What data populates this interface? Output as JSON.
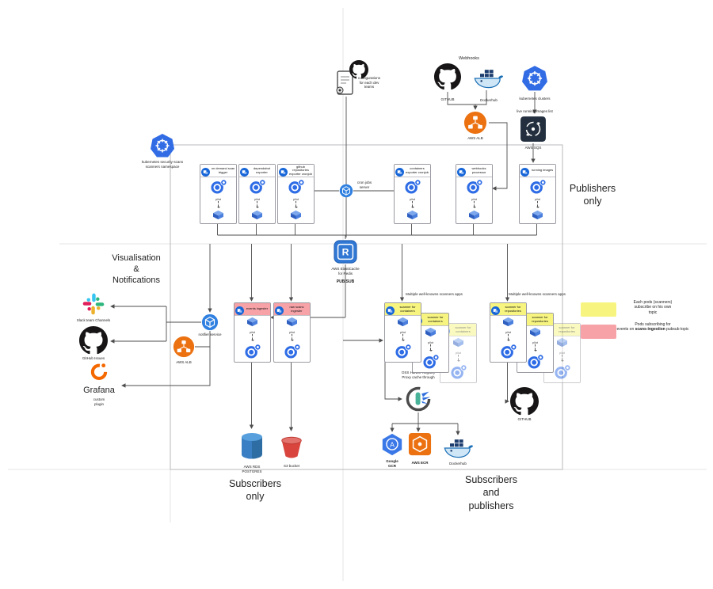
{
  "headings": {
    "publishers_only": "Publishers\nonly",
    "visualisation": "Visualisation\n&\nNotifications",
    "subscribers_only": "Subscribers\nonly",
    "subscribers_publishers": "Subscribers\nand\npublishers"
  },
  "top": {
    "config_label": "configurations\nfor each dev\nteams",
    "webhooks_label": "Webhooks",
    "github_label": "GITHUB",
    "dockerhub_label": "Dockerhub",
    "k8s_clusters_label": "kubernetes clusters",
    "live_images_label": "live running images list",
    "aws_alb_label": "AWS ALB",
    "aws_sqs_label": "AWS SQS"
  },
  "namespace_label": "kubernetes security-scans\nscanners namespace",
  "cron_label": "cron jobs\nserver",
  "captions": {
    "pod_caption": "pilot"
  },
  "publishers": {
    "boxes": [
      {
        "label": "on demand scan trigger"
      },
      {
        "label": "dependabot exporter"
      },
      {
        "label": "github repositories exporter cronjob"
      },
      {
        "label": "containers exporter cronjob"
      },
      {
        "label": "webhooks processor"
      },
      {
        "label": "running images"
      }
    ]
  },
  "redis": {
    "title": "AWS ElastiCache\nfor Redis",
    "subtitle": "PUB/SUB"
  },
  "left": {
    "slack_label": "Slack team Channels",
    "github_issues_label": "GitHub Issues",
    "grafana_title": "Grafana",
    "grafana_sub": "custom\nplugin",
    "alb_label": "AWS ALB",
    "notifier_label": "notifier service"
  },
  "subscribers": {
    "boxes": [
      {
        "label": "events ingester"
      },
      {
        "label": "raw scans ingester"
      }
    ]
  },
  "storage": {
    "rds_label": "AWS RDS\nPOSTGRES",
    "s3_label": "S3 bucket"
  },
  "scanners": {
    "group1_title": "Multiple well-knowns scanners apps",
    "group2_title": "Multiple well-knowns scanners apps",
    "badge1": "scanner for containers",
    "badge2": "scanner for repositories",
    "harbor_label": "OSS Harbor Registry\nProxy cache through",
    "gcr_label": "Google\nGCR",
    "ecr_label": "AWS ECR",
    "dockerhub_label": "Dockerhub",
    "github_label": "GITHUB"
  },
  "legend": {
    "yellow_text": "Each pods (scanners)\nsubscribe on his own\ntopic",
    "pink_pre": "Pods subscribing for\nevents on ",
    "pink_bold": "scans-ingestion",
    "pink_post": " pubsub topic",
    "yellow_color": "#f7f580",
    "pink_color": "#f6a2a7"
  }
}
